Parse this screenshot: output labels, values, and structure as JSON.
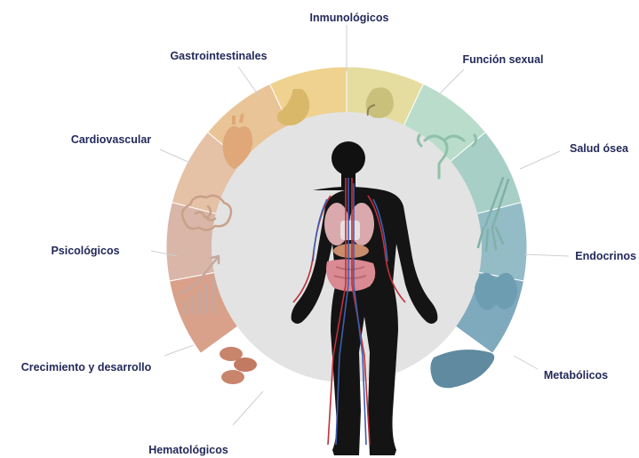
{
  "labels": {
    "inmunologicos": "Inmunológicos",
    "gastrointestinales": "Gastrointestinales",
    "funcion_sexual": "Función sexual",
    "cardiovascular": "Cardiovascular",
    "salud_osea": "Salud ósea",
    "psicologicos": "Psicológicos",
    "endocrinos": "Endocrinos",
    "crecimiento": "Crecimiento y desarrollo",
    "metabolicos": "Metabólicos",
    "hematologicos": "Hematológicos"
  },
  "segment_colors": {
    "hematologicos": "#d9a08a",
    "crecimiento": "#d9b6a8",
    "psicologicos": "#e5c1a6",
    "cardiovascular": "#e9c496",
    "gastrointestinales": "#efd28f",
    "inmunologicos": "#e5dd9f",
    "funcion_sexual": "#b9dccb",
    "salud_osea": "#a8cfc6",
    "endocrinos": "#93bcc6",
    "metabolicos": "#7fa9bd"
  },
  "icons": [
    "blood-cells-icon",
    "growth-chart-icon",
    "brain-icon",
    "heart-icon",
    "stomach-icon",
    "spleen-icon",
    "uterus-icon",
    "arm-bone-icon",
    "thyroid-icon",
    "liver-icon"
  ]
}
